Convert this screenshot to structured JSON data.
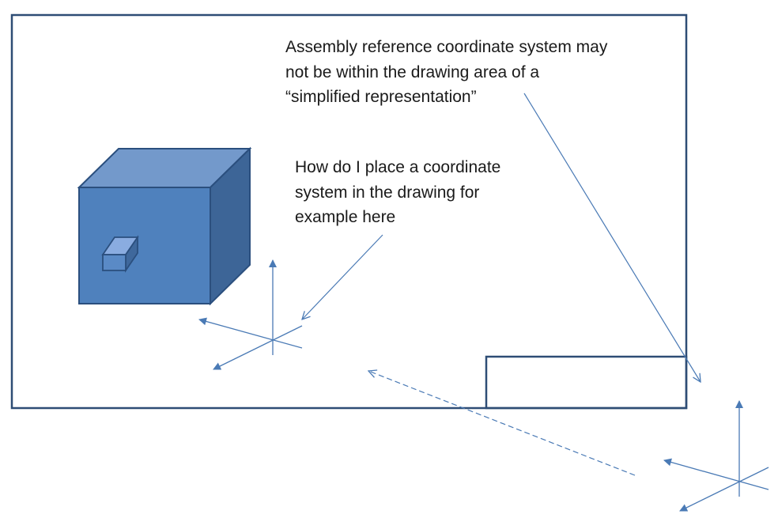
{
  "annotations": {
    "assembly_note": {
      "lines": [
        "Assembly reference coordinate system may",
        "not be within the drawing area of a",
        "“simplified representation”"
      ]
    },
    "placement_question": {
      "lines": [
        "How do I place a coordinate",
        "system in the drawing for",
        "example here"
      ]
    }
  },
  "colors": {
    "frame_stroke": "#2e4d75",
    "cube_front": "#4f81bd",
    "cube_top": "#7399cb",
    "cube_side": "#3d6597",
    "cube_edge": "#2b4f7e",
    "arrow": "#4a7ab5",
    "axis": "#4a7ab5"
  }
}
